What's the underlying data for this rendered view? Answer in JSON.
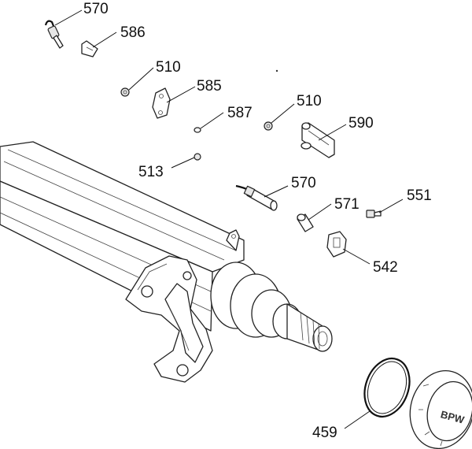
{
  "diagram": {
    "callouts": [
      {
        "id": "c-570-top",
        "number": "570"
      },
      {
        "id": "c-586",
        "number": "586"
      },
      {
        "id": "c-510-left",
        "number": "510"
      },
      {
        "id": "c-585",
        "number": "585"
      },
      {
        "id": "c-587",
        "number": "587"
      },
      {
        "id": "c-510-right",
        "number": "510"
      },
      {
        "id": "c-590",
        "number": "590"
      },
      {
        "id": "c-513",
        "number": "513"
      },
      {
        "id": "c-570-mid",
        "number": "570"
      },
      {
        "id": "c-571",
        "number": "571"
      },
      {
        "id": "c-551",
        "number": "551"
      },
      {
        "id": "c-542",
        "number": "542"
      },
      {
        "id": "c-459",
        "number": "459"
      }
    ],
    "hubcap_logo": "BPW"
  }
}
